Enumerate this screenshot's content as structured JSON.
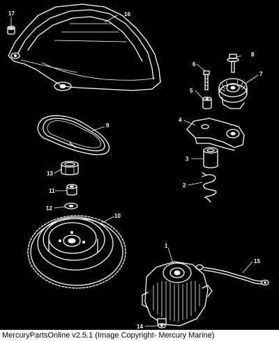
{
  "callouts": {
    "c1": "1",
    "c2": "2",
    "c3": "3",
    "c4": "4",
    "c5": "5",
    "c6": "6",
    "c7": "7",
    "c8": "8",
    "c9": "9",
    "c10": "10",
    "c11": "11",
    "c12": "12",
    "c13": "13",
    "c14": "14",
    "c15": "15",
    "c16": "16",
    "c17": "17"
  },
  "footer": {
    "text": "MercuryPartsOnline v2.5.1 (Image Copyright- Mercury Marine)"
  },
  "colors": {
    "background": "#000000",
    "linework": "#ffffff",
    "footer_bg": "#ffffff",
    "footer_text": "#000000"
  }
}
